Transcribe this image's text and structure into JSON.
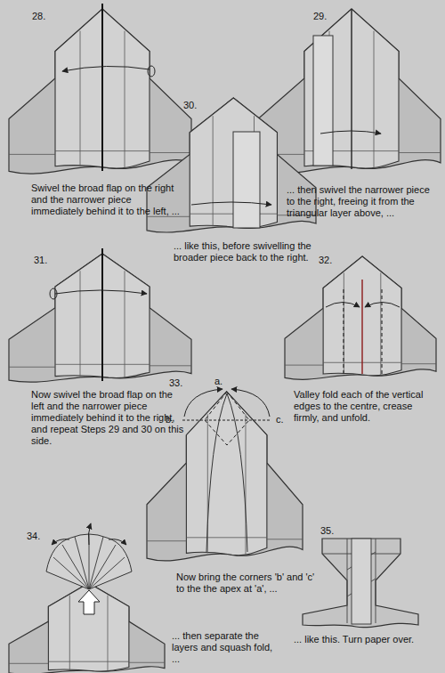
{
  "diagram": {
    "labels": [
      "28.",
      "Swivel the broad flap on the right and the narrower piece immediately behind it to the left, ...",
      "29.",
      "... then swivel the narrower piece to the right, freeing it from the triangular layer above, ...",
      "30.",
      "... like this, before swivelling the broader piece back to the right.",
      "31.",
      "Now swivel the broad flap on the left and the narrower piece immediately behind it to the right, and repeat Steps 29 and 30 on this side.",
      "32.",
      "Valley fold each of the vertical edges to the centre, crease firmly, and unfold.",
      "33.",
      "a.",
      "b.",
      "c.",
      "Now bring the corners 'b' and 'c' to the the apex at 'a', ...",
      "34.",
      "... then separate the layers and squash fold, ...",
      "35.",
      "... like this. Turn paper over."
    ]
  }
}
